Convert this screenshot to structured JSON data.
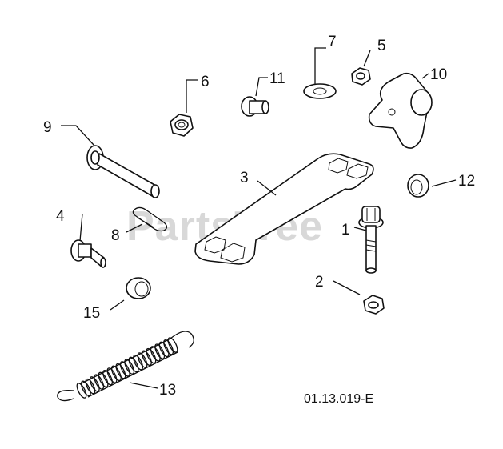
{
  "watermark": "PartsTree",
  "drawing_code": "01.13.019-E",
  "callouts": {
    "c1": "1",
    "c2": "2",
    "c3": "3",
    "c4": "4",
    "c5": "5",
    "c6": "6",
    "c7": "7",
    "c8": "8",
    "c9": "9",
    "c10": "10",
    "c11": "11",
    "c12": "12",
    "c13": "13",
    "c15": "15"
  }
}
